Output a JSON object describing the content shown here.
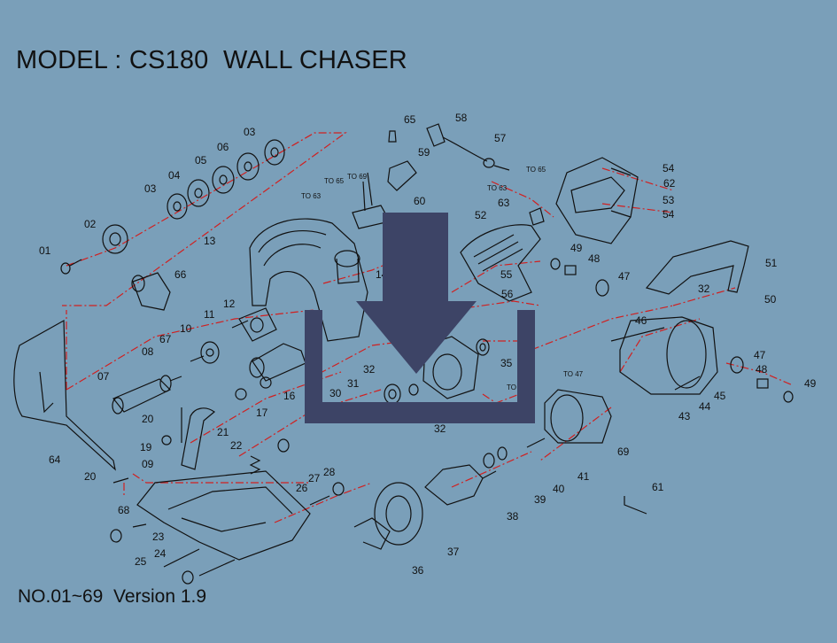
{
  "header": {
    "title": "MODEL : CS180  WALL CHASER"
  },
  "footer": {
    "version": "NO.01~69  Version 1.9"
  },
  "overlay": {
    "icon": "download-icon",
    "color": "#3d4466"
  },
  "colors": {
    "background": "#7a9fb9",
    "leader": "#d02020",
    "line": "#111111"
  },
  "parts": [
    "01",
    "02",
    "03",
    "03",
    "04",
    "05",
    "06",
    "07",
    "08",
    "09",
    "10",
    "11",
    "12",
    "13",
    "14",
    "16",
    "17",
    "19",
    "20",
    "20",
    "21",
    "22",
    "23",
    "24",
    "25",
    "26",
    "27",
    "28",
    "30",
    "31",
    "32",
    "32",
    "32",
    "35",
    "36",
    "37",
    "38",
    "39",
    "40",
    "41",
    "43",
    "44",
    "45",
    "46",
    "47",
    "47",
    "48",
    "48",
    "49",
    "49",
    "50",
    "51",
    "52",
    "53",
    "54",
    "54",
    "55",
    "56",
    "57",
    "58",
    "59",
    "60",
    "61",
    "62",
    "63",
    "64",
    "65",
    "66",
    "67",
    "68",
    "69"
  ],
  "wire_refs": [
    "TO 65",
    "TO 69",
    "TO 63",
    "TO 65",
    "TO 63",
    "TO 47",
    "TO"
  ]
}
